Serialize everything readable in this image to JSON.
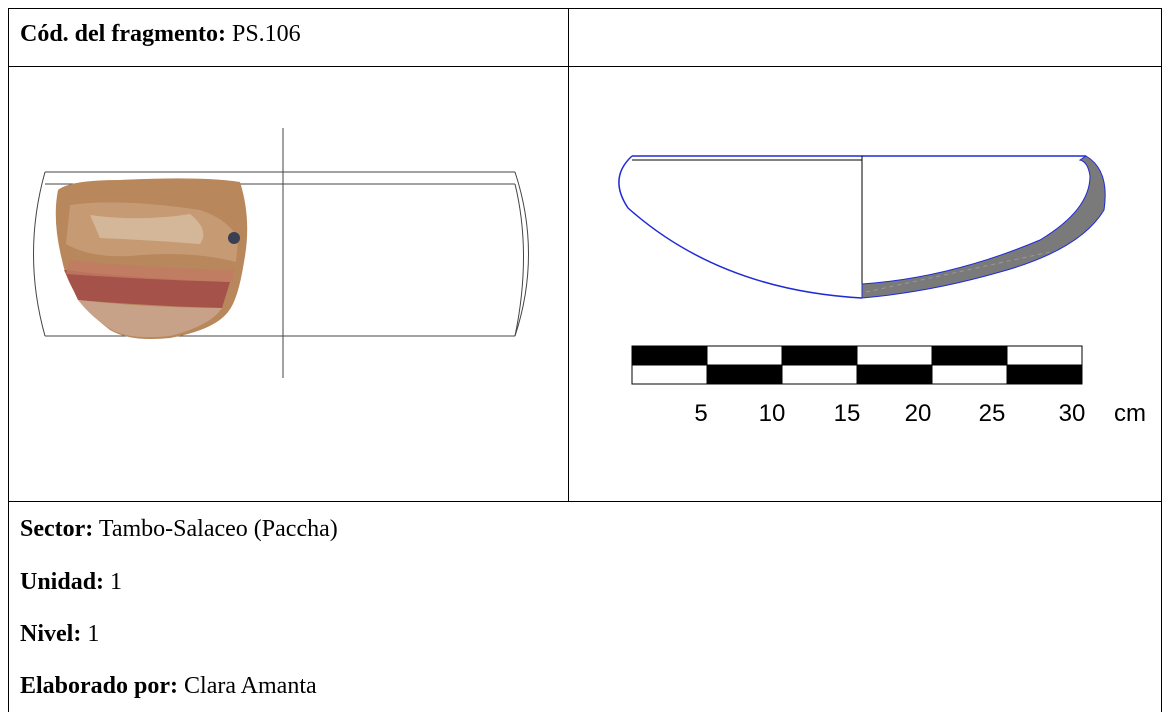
{
  "header": {
    "code_label": "Cód. del fragmento:",
    "code_value": "PS.106"
  },
  "scale": {
    "labels": [
      "5",
      "10",
      "15",
      "20",
      "25",
      "30"
    ],
    "unit": "cm"
  },
  "fields": [
    {
      "label": "Sector:",
      "value": "Tambo-Salaceo (Paccha)"
    },
    {
      "label": "Unidad:",
      "value": "1"
    },
    {
      "label": "Nivel:",
      "value": "1"
    },
    {
      "label": "Elaborado por:",
      "value": "Clara Amanta"
    }
  ],
  "colors": {
    "profile_outline": "#1f2bd6",
    "section_fill": "#7a7a7a",
    "sherd_body": "#b8875c",
    "sherd_band": "#a5524a"
  }
}
